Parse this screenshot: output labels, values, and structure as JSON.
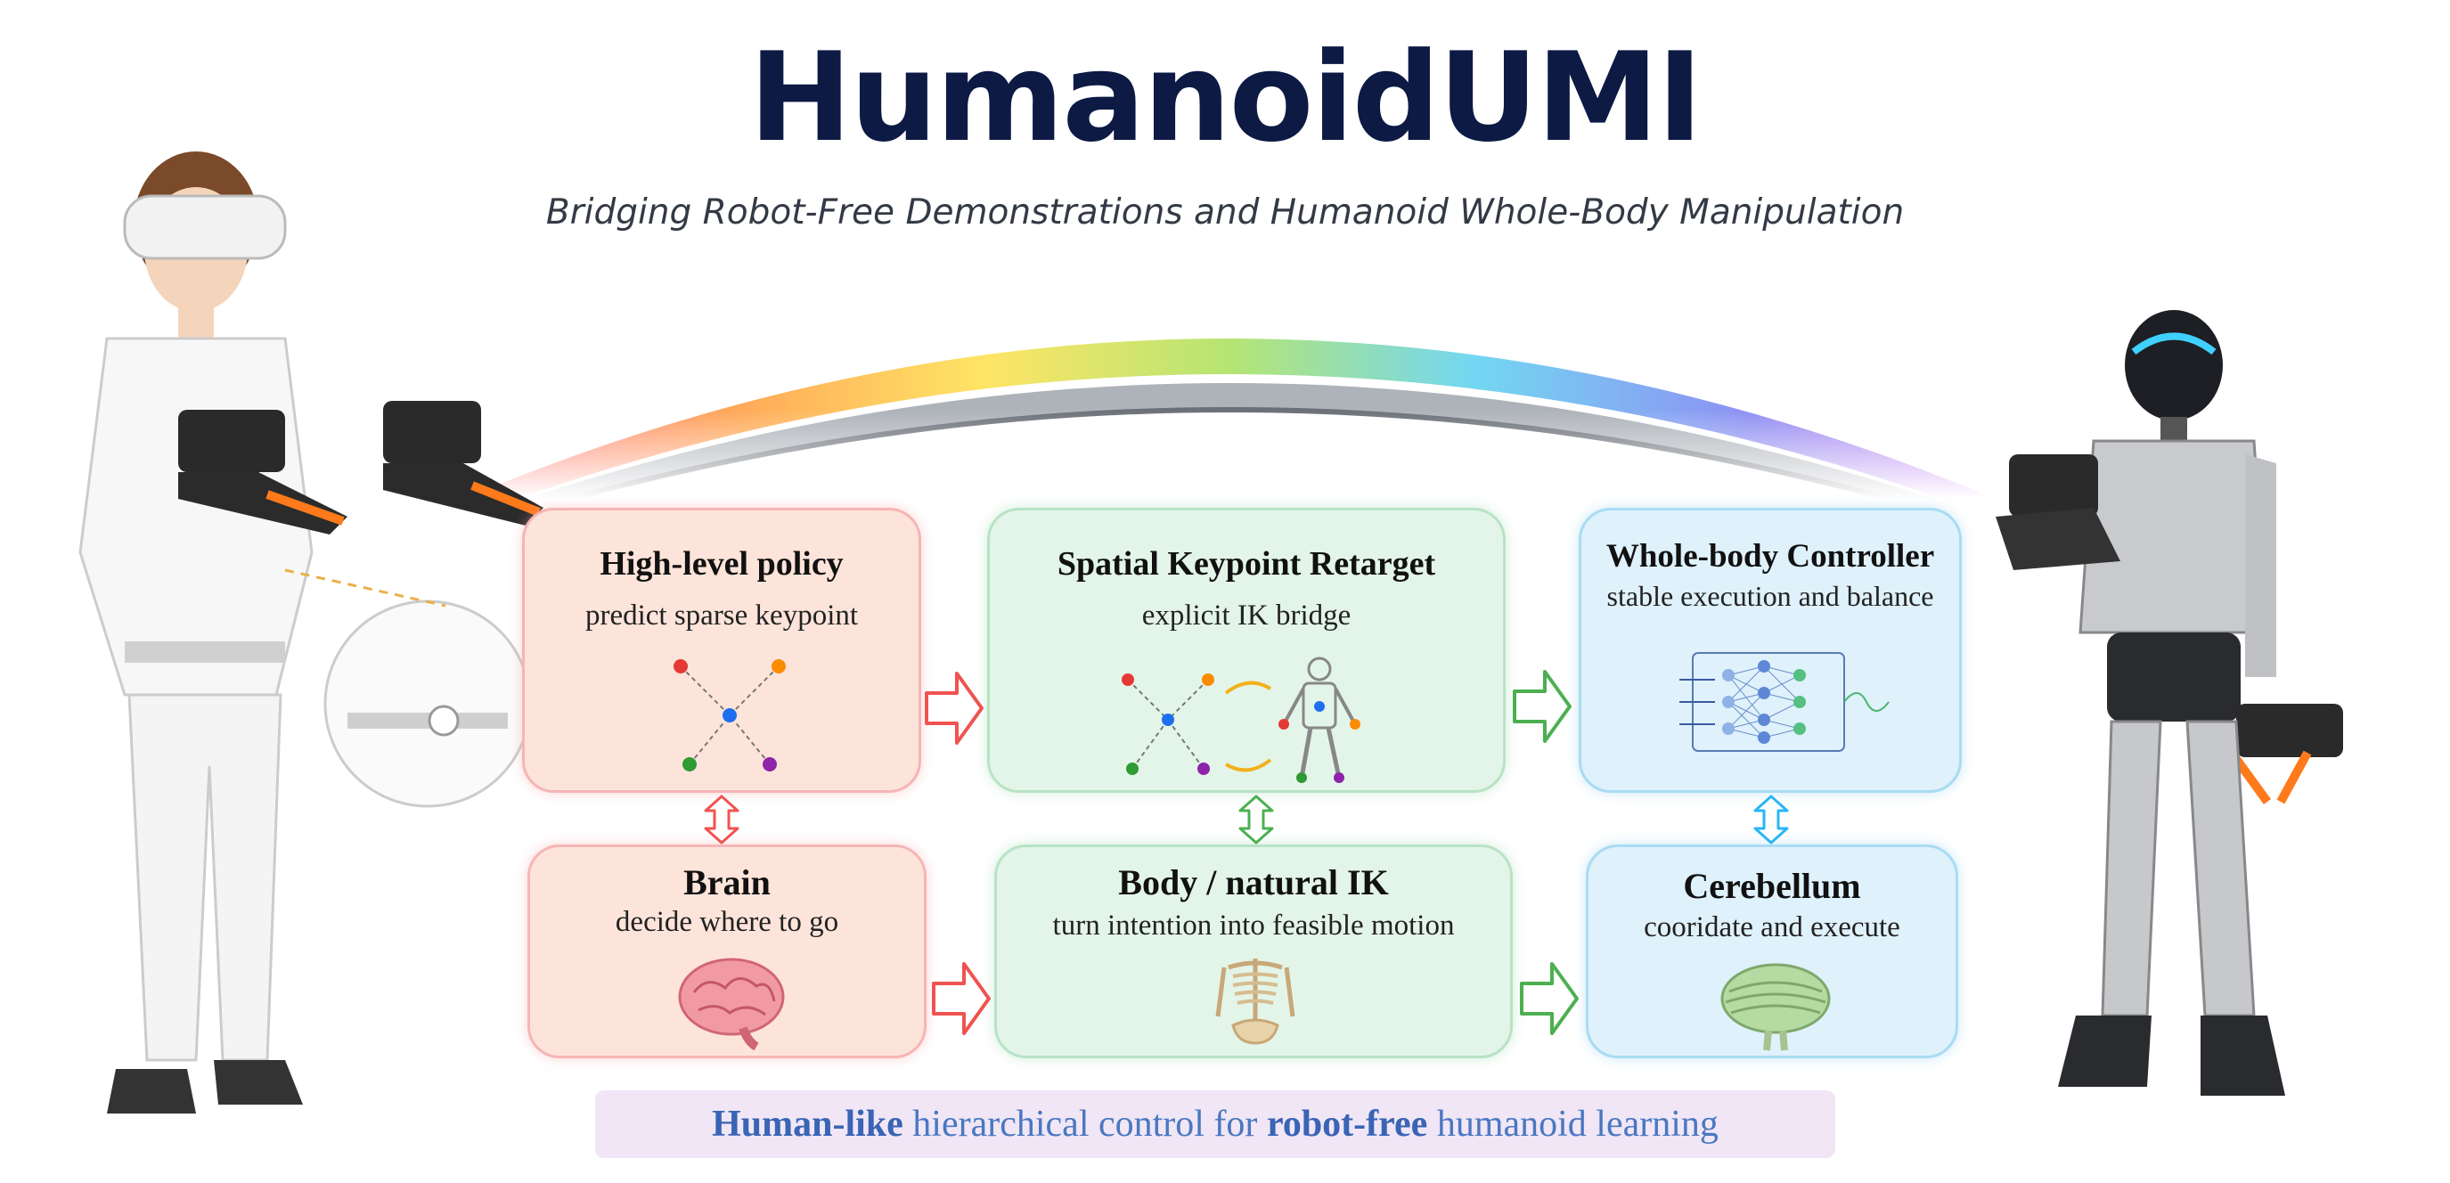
{
  "header": {
    "title": "HumanoidUMI",
    "subtitle": "Bridging Robot-Free Demonstrations and Humanoid Whole-Body Manipulation"
  },
  "top_row": [
    {
      "title": "High-level policy",
      "subtitle": "predict sparse keypoint"
    },
    {
      "title": "Spatial Keypoint Retarget",
      "subtitle": "explicit IK bridge"
    },
    {
      "title": "Whole-body Controller",
      "subtitle": "stable execution and balance"
    }
  ],
  "bottom_row": [
    {
      "title": "Brain",
      "subtitle": "decide where to go"
    },
    {
      "title": "Body / natural IK",
      "subtitle": "turn intention into feasible motion"
    },
    {
      "title": "Cerebellum",
      "subtitle": "cooridate and execute"
    }
  ],
  "footer": {
    "highlight_1": "Human-like",
    "text_1": " hierarchical control for ",
    "highlight_2": "robot-free",
    "text_2": " humanoid learning"
  },
  "colors": {
    "title": "#0c1a44",
    "red_box": "#fde4da",
    "green_box": "#e3f5e8",
    "blue_box": "#dff1fb",
    "footer_text": "#4a78c0"
  }
}
